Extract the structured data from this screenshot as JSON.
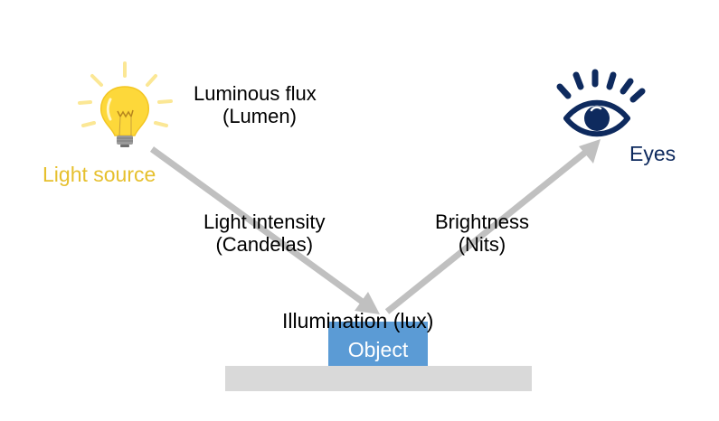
{
  "diagram": {
    "light_source": {
      "label": "Light source",
      "icon": "light-bulb-icon",
      "color": "#e6c02e"
    },
    "eyes": {
      "label": "Eyes",
      "icon": "eye-icon",
      "color": "#0e2a5e"
    },
    "luminous_flux": {
      "line1": "Luminous flux",
      "line2": "(Lumen)"
    },
    "light_intensity": {
      "line1": "Light intensity",
      "line2": "(Candelas)"
    },
    "brightness": {
      "line1": "Brightness",
      "line2": "(Nits)"
    },
    "illumination": {
      "label": "Illumination (lux)"
    },
    "object": {
      "label": "Object",
      "color": "#5b9bd5"
    },
    "surface": {
      "color": "#d9d9d9"
    },
    "arrow_color": "#c0c0c0",
    "arrows": [
      {
        "from": "light-source",
        "to": "object"
      },
      {
        "from": "object",
        "to": "eyes"
      }
    ]
  }
}
